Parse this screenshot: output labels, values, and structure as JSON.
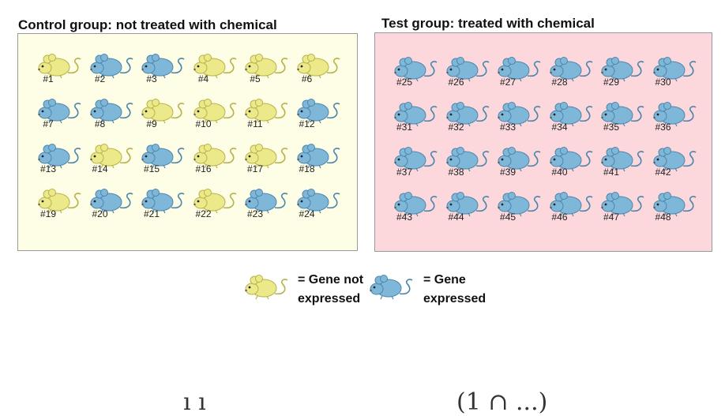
{
  "control_group": {
    "title": "Control group: not treated with chemical",
    "background": "#fefee6",
    "mice": [
      {
        "label": "#1",
        "state": "not_expressed"
      },
      {
        "label": "#2",
        "state": "expressed"
      },
      {
        "label": "#3",
        "state": "expressed"
      },
      {
        "label": "#4",
        "state": "not_expressed"
      },
      {
        "label": "#5",
        "state": "not_expressed"
      },
      {
        "label": "#6",
        "state": "not_expressed"
      },
      {
        "label": "#7",
        "state": "expressed"
      },
      {
        "label": "#8",
        "state": "expressed"
      },
      {
        "label": "#9",
        "state": "not_expressed"
      },
      {
        "label": "#10",
        "state": "not_expressed"
      },
      {
        "label": "#11",
        "state": "not_expressed"
      },
      {
        "label": "#12",
        "state": "expressed"
      },
      {
        "label": "#13",
        "state": "expressed"
      },
      {
        "label": "#14",
        "state": "not_expressed"
      },
      {
        "label": "#15",
        "state": "expressed"
      },
      {
        "label": "#16",
        "state": "not_expressed"
      },
      {
        "label": "#17",
        "state": "not_expressed"
      },
      {
        "label": "#18",
        "state": "expressed"
      },
      {
        "label": "#19",
        "state": "not_expressed"
      },
      {
        "label": "#20",
        "state": "expressed"
      },
      {
        "label": "#21",
        "state": "expressed"
      },
      {
        "label": "#22",
        "state": "not_expressed"
      },
      {
        "label": "#23",
        "state": "expressed"
      },
      {
        "label": "#24",
        "state": "expressed"
      }
    ]
  },
  "test_group": {
    "title": "Test group: treated with chemical",
    "background": "#fcd8dc",
    "mice": [
      {
        "label": "#25",
        "state": "expressed"
      },
      {
        "label": "#26",
        "state": "expressed"
      },
      {
        "label": "#27",
        "state": "expressed"
      },
      {
        "label": "#28",
        "state": "expressed"
      },
      {
        "label": "#29",
        "state": "expressed"
      },
      {
        "label": "#30",
        "state": "expressed"
      },
      {
        "label": "#31",
        "state": "expressed"
      },
      {
        "label": "#32",
        "state": "expressed"
      },
      {
        "label": "#33",
        "state": "expressed"
      },
      {
        "label": "#34",
        "state": "expressed"
      },
      {
        "label": "#35",
        "state": "expressed"
      },
      {
        "label": "#36",
        "state": "expressed"
      },
      {
        "label": "#37",
        "state": "expressed"
      },
      {
        "label": "#38",
        "state": "expressed"
      },
      {
        "label": "#39",
        "state": "expressed"
      },
      {
        "label": "#40",
        "state": "expressed"
      },
      {
        "label": "#41",
        "state": "expressed"
      },
      {
        "label": "#42",
        "state": "expressed"
      },
      {
        "label": "#43",
        "state": "expressed"
      },
      {
        "label": "#44",
        "state": "expressed"
      },
      {
        "label": "#45",
        "state": "expressed"
      },
      {
        "label": "#46",
        "state": "expressed"
      },
      {
        "label": "#47",
        "state": "expressed"
      },
      {
        "label": "#48",
        "state": "expressed"
      }
    ]
  },
  "legend": {
    "not_expressed_line1": "= Gene not",
    "not_expressed_line2": "expressed",
    "expressed_line1": "= Gene",
    "expressed_line2": "expressed"
  },
  "colors": {
    "not_expressed_fill": "#ece98a",
    "not_expressed_stroke": "#b8b24a",
    "expressed_fill": "#7fb7d8",
    "expressed_stroke": "#4d86ad"
  },
  "bottom_fragment": {
    "left_text": "ı ı",
    "right_text": "(1 ∩ ...)"
  }
}
